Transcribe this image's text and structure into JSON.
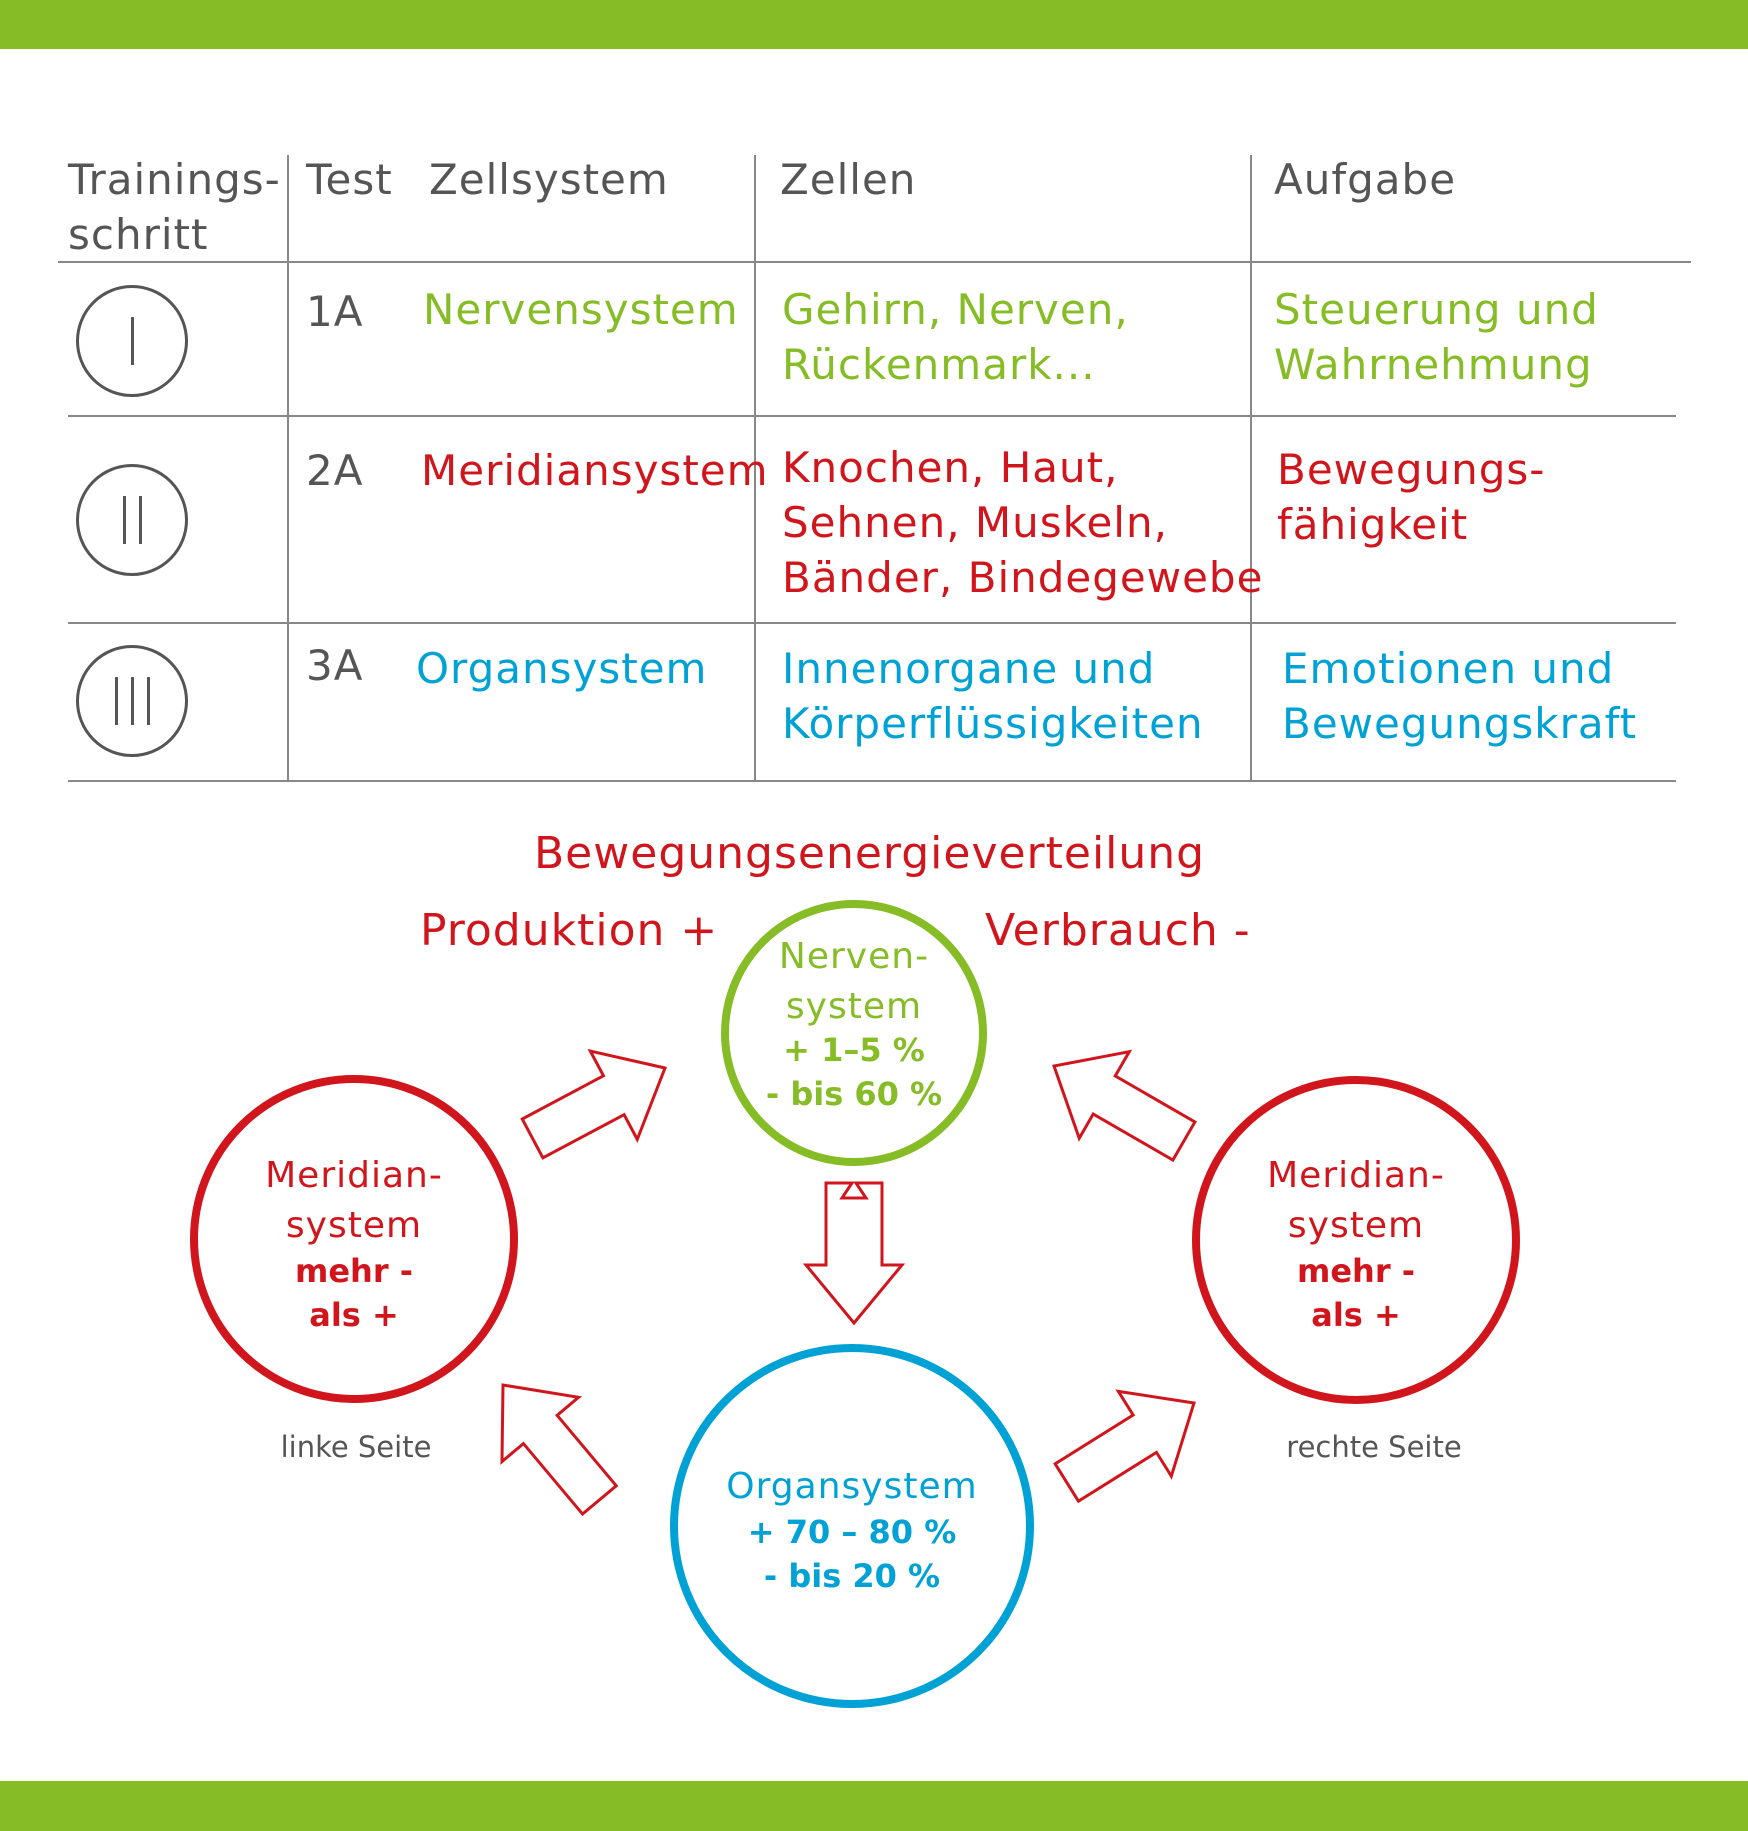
{
  "table": {
    "headers": {
      "step_line1": "Trainings-",
      "step_line2": "schritt",
      "test": "Test",
      "zellsystem": "Zellsystem",
      "zellen": "Zellen",
      "aufgabe": "Aufgabe"
    },
    "rows": [
      {
        "step": "I",
        "test": "1A",
        "system": "Nervensystem",
        "zellen_lines": [
          "Gehirn, Nerven,",
          "Rückenmark..."
        ],
        "aufgabe_lines": [
          "Steuerung und",
          "Wahrnehmung"
        ],
        "color": "#86bc25"
      },
      {
        "step": "II",
        "test": "2A",
        "system": "Meridiansystem",
        "zellen_lines": [
          "Knochen, Haut,",
          "Sehnen, Muskeln,",
          "Bänder, Bindegewebe"
        ],
        "aufgabe_lines": [
          "Bewegungs-",
          "fähigkeit"
        ],
        "color": "#d0161c"
      },
      {
        "step": "III",
        "test": "3A",
        "system": "Organsystem",
        "zellen_lines": [
          "Innenorgane und",
          "Körperflüssigkeiten"
        ],
        "aufgabe_lines": [
          "Emotionen und",
          "Bewegungskraft"
        ],
        "color": "#00a1d4"
      }
    ]
  },
  "diagram": {
    "title": "Bewegungsenergieverteilung",
    "produktion": "Produktion +",
    "verbrauch": "Verbrauch -",
    "nerven": {
      "line1": "Nerven-",
      "line2": "system",
      "val1": "+ 1–5 %",
      "val2": "- bis 60 %"
    },
    "meridian_left": {
      "line1": "Meridian-",
      "line2": "system",
      "val1": "mehr -",
      "val2": "als +",
      "side": "linke Seite"
    },
    "meridian_right": {
      "line1": "Meridian-",
      "line2": "system",
      "val1": "mehr -",
      "val2": "als +",
      "side": "rechte Seite"
    },
    "organ": {
      "line1": "Organsystem",
      "val1": "+ 70 – 80 %",
      "val2": "- bis 20 %"
    }
  },
  "colors": {
    "green": "#86bc25",
    "red": "#d0161c",
    "blue": "#00a1d4",
    "gray": "#555555"
  }
}
